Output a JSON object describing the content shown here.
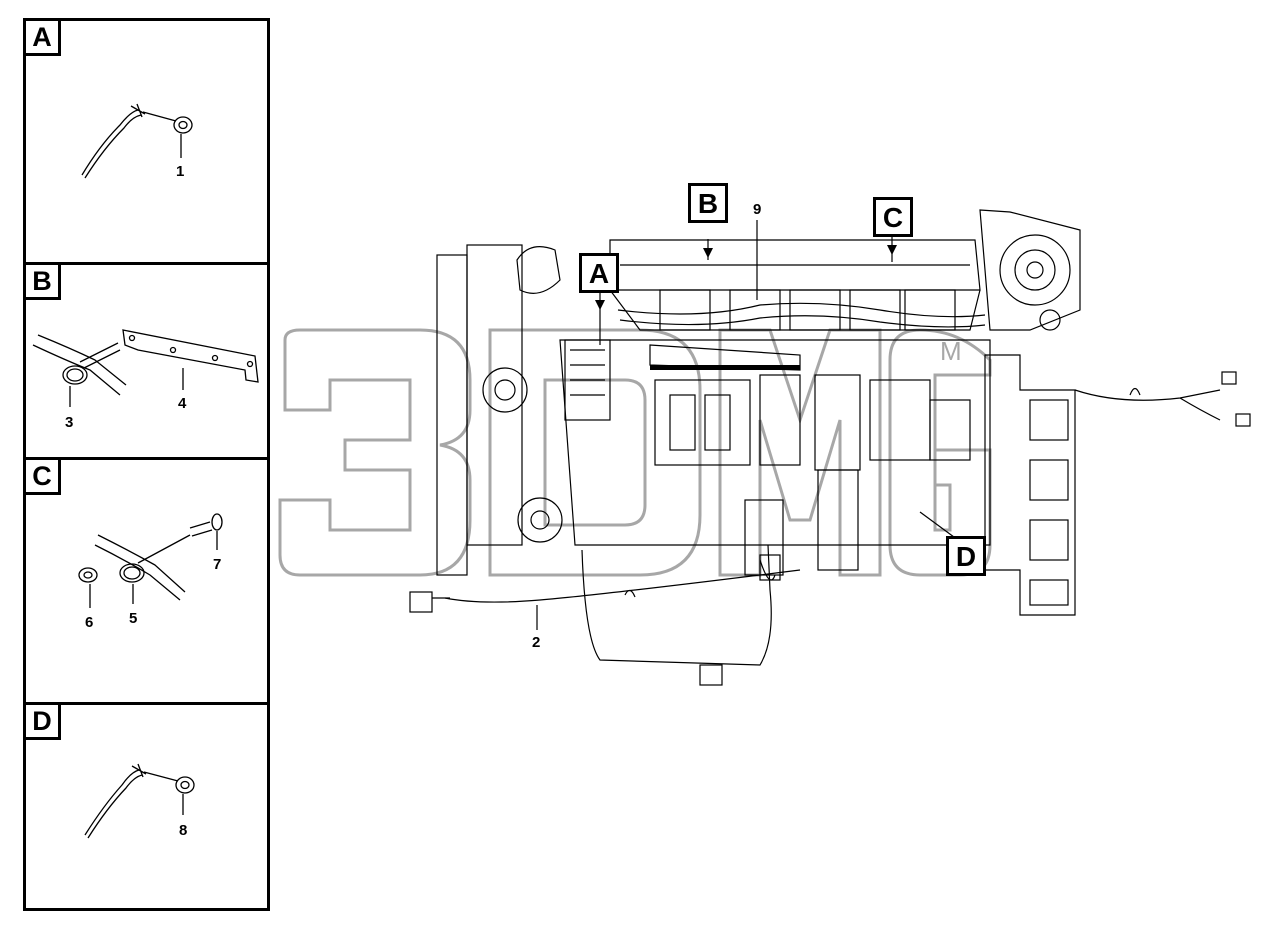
{
  "panels": {
    "A": {
      "tag": "A",
      "parts": [
        "1"
      ]
    },
    "B": {
      "tag": "B",
      "parts": [
        "3",
        "4"
      ]
    },
    "C": {
      "tag": "C",
      "parts": [
        "6",
        "5",
        "7"
      ]
    },
    "D": {
      "tag": "D",
      "parts": [
        "8"
      ]
    }
  },
  "callouts": {
    "A": "A",
    "B": "B",
    "C": "C",
    "D": "D"
  },
  "part_numbers": {
    "p1": "1",
    "p2": "2",
    "p3": "3",
    "p4": "4",
    "p5": "5",
    "p6": "6",
    "p7": "7",
    "p8": "8",
    "p9": "9"
  },
  "watermark": {
    "text": "3DMG"
  },
  "colors": {
    "line": "#000000",
    "watermark": "#888888"
  }
}
